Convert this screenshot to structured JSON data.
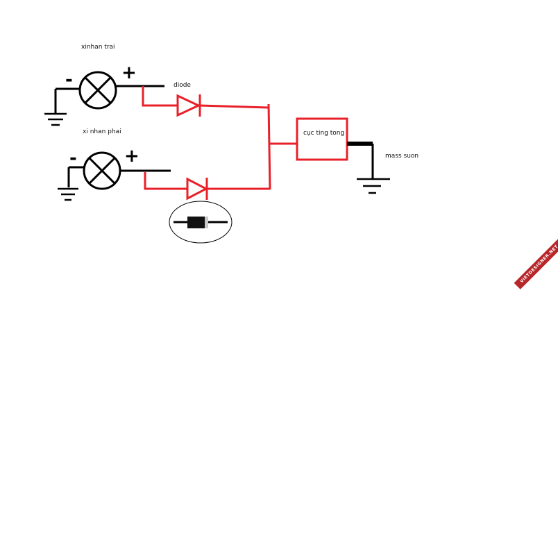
{
  "labels": {
    "lamp_left": "xinhan trai",
    "lamp_right": "xi nhan phai",
    "diode": "diode",
    "buzzer": "cục ting tong",
    "ground": "mass suon",
    "plus": "+",
    "minus": "-"
  },
  "watermark": "VIETDESIGNER.NET",
  "colors": {
    "wire_red": "#e8202a",
    "wire_black": "#000000",
    "ribbon": "#b8262a"
  }
}
